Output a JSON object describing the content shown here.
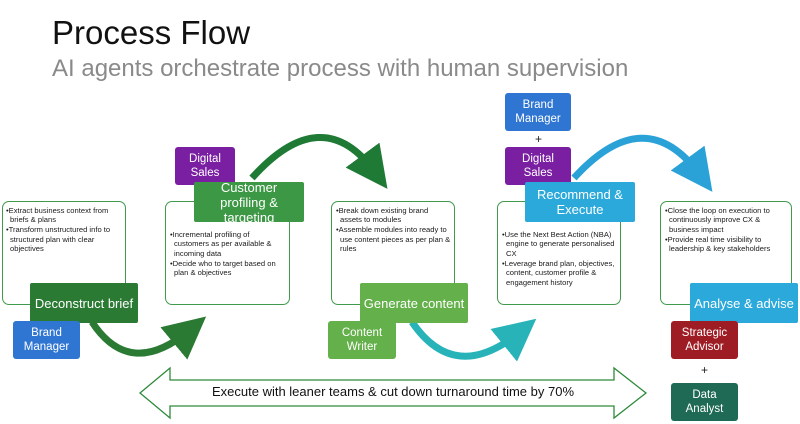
{
  "header": {
    "title": "Process Flow",
    "subtitle": "AI agents orchestrate process with human supervision"
  },
  "stages": [
    {
      "label": "Deconstruct brief",
      "bullets": [
        "Extract business context from briefs & plans",
        "Transform unstructured info to structured plan with clear objectives"
      ],
      "roles": [
        "Brand Manager"
      ]
    },
    {
      "label": "Customer profiling & targeting",
      "bullets": [
        "Incremental profiling of customers as per available & incoming data",
        "Decide who to target based on plan & objectives"
      ],
      "roles": [
        "Digital Sales"
      ]
    },
    {
      "label": "Generate content",
      "bullets": [
        "Break down existing brand assets to modules",
        "Assemble modules into ready to use content pieces as per plan & rules"
      ],
      "roles": [
        "Content Writer"
      ]
    },
    {
      "label": "Recommend & Execute",
      "bullets": [
        "Use the Next Best Action (NBA) engine to generate personalised CX",
        "Leverage brand plan, objectives, content, customer profile & engagement history"
      ],
      "roles": [
        "Brand Manager",
        "Digital Sales"
      ]
    },
    {
      "label": "Analyse & advise",
      "bullets": [
        "Close the loop on execution to continuously improve CX & business impact",
        "Provide real time visibility to leadership & key stakeholders"
      ],
      "roles": [
        "Strategic Advisor",
        "Data Analyst"
      ]
    }
  ],
  "plus_sign": "+",
  "banner": {
    "text": "Execute with leaner teams & cut down turnaround time by 70%"
  },
  "colors": {
    "card_border": "#3f9a4c",
    "dark_green": "#2a7a34",
    "mid_green": "#3c9844",
    "lime_green": "#64b04a",
    "blue": "#2f75d2",
    "purple": "#7a1fa2",
    "cyan": "#2aa9da",
    "maroon": "#9e1d25",
    "teal": "#1f6a54"
  }
}
